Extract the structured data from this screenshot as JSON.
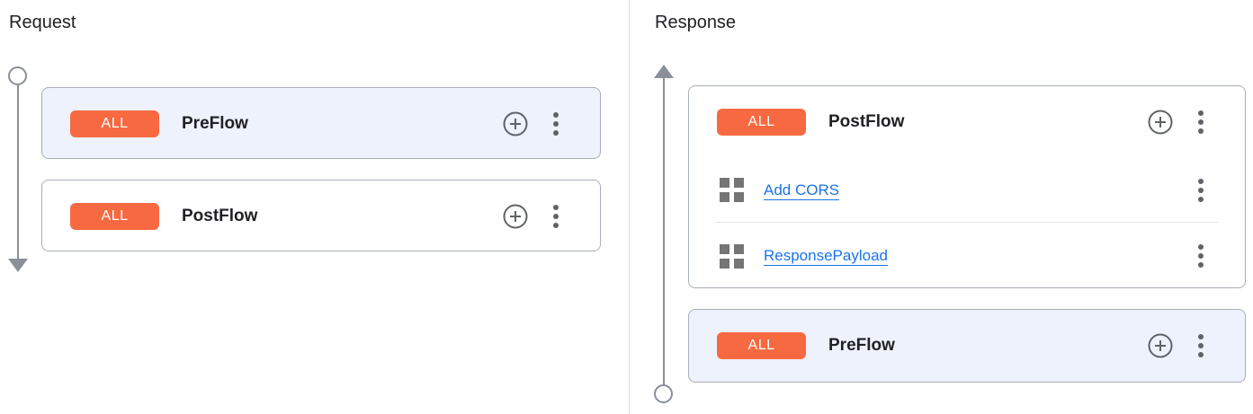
{
  "request": {
    "title": "Request",
    "preflow": {
      "badge": "ALL",
      "title": "PreFlow"
    },
    "postflow": {
      "badge": "ALL",
      "title": "PostFlow"
    }
  },
  "response": {
    "title": "Response",
    "postflow": {
      "badge": "ALL",
      "title": "PostFlow",
      "policies": [
        {
          "label": "Add CORS"
        },
        {
          "label": "ResponsePayload"
        }
      ]
    },
    "preflow": {
      "badge": "ALL",
      "title": "PreFlow"
    }
  },
  "colors": {
    "badge_bg": "#F76941",
    "highlight_card_bg": "#EDF2FC",
    "link": "#1A73E8",
    "timeline": "#8A8F98",
    "card_border": "#A8AEB8"
  },
  "icons": {
    "plus_circle": "add-step",
    "kebab": "more-options",
    "grid": "policy"
  }
}
